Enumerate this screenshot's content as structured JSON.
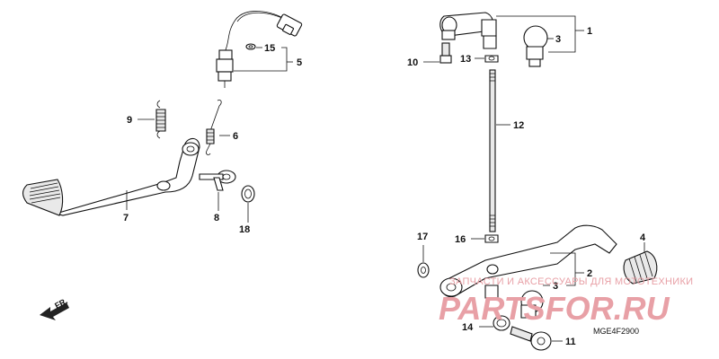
{
  "diagram": {
    "code": "MGE4F2900",
    "front_marker": "FR.",
    "watermark": {
      "line1": "ЗАПЧАСТИ И АКСЕССУАРЫ ДЛЯ МОТОТЕХНИКИ",
      "line2": "PARTSFOR.RU"
    },
    "callouts": {
      "c1": "1",
      "c2": "2",
      "c3a": "3",
      "c3b": "3",
      "c4": "4",
      "c5": "5",
      "c6": "6",
      "c7": "7",
      "c8": "8",
      "c9": "9",
      "c10": "10",
      "c11": "11",
      "c12": "12",
      "c13": "13",
      "c14": "14",
      "c15": "15",
      "c16": "16",
      "c17": "17",
      "c18": "18"
    }
  }
}
